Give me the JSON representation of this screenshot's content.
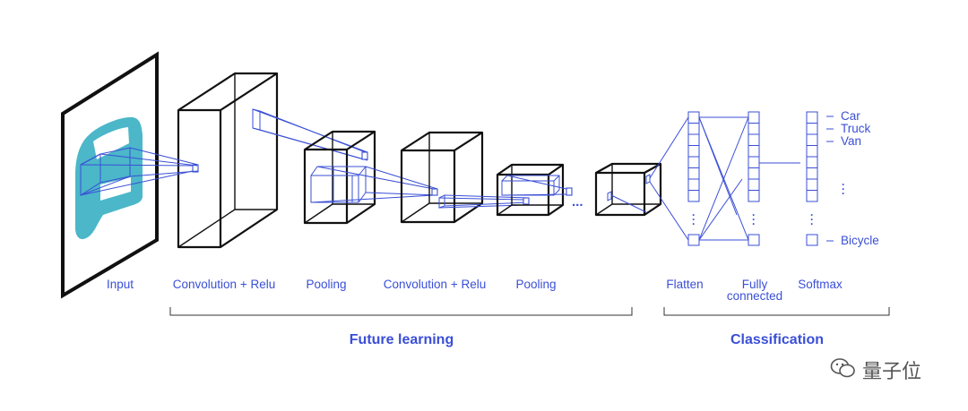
{
  "stages": {
    "input": "Input",
    "conv1": "Convolution + Relu",
    "pool1": "Pooling",
    "conv2": "Convolution + Relu",
    "pool2": "Pooling",
    "flatten": "Flatten",
    "fully_connected": "Fully\nconnected",
    "softmax": "Softmax"
  },
  "sections": {
    "feature": "Future learning",
    "classification": "Classification"
  },
  "classes": [
    "Car",
    "Truck",
    "Van",
    "Bicycle"
  ],
  "ellipsis": "...",
  "watermark": "量子位",
  "colors": {
    "accent": "#3a4fd6",
    "car": "#4bb7c9",
    "outline": "#111111"
  }
}
